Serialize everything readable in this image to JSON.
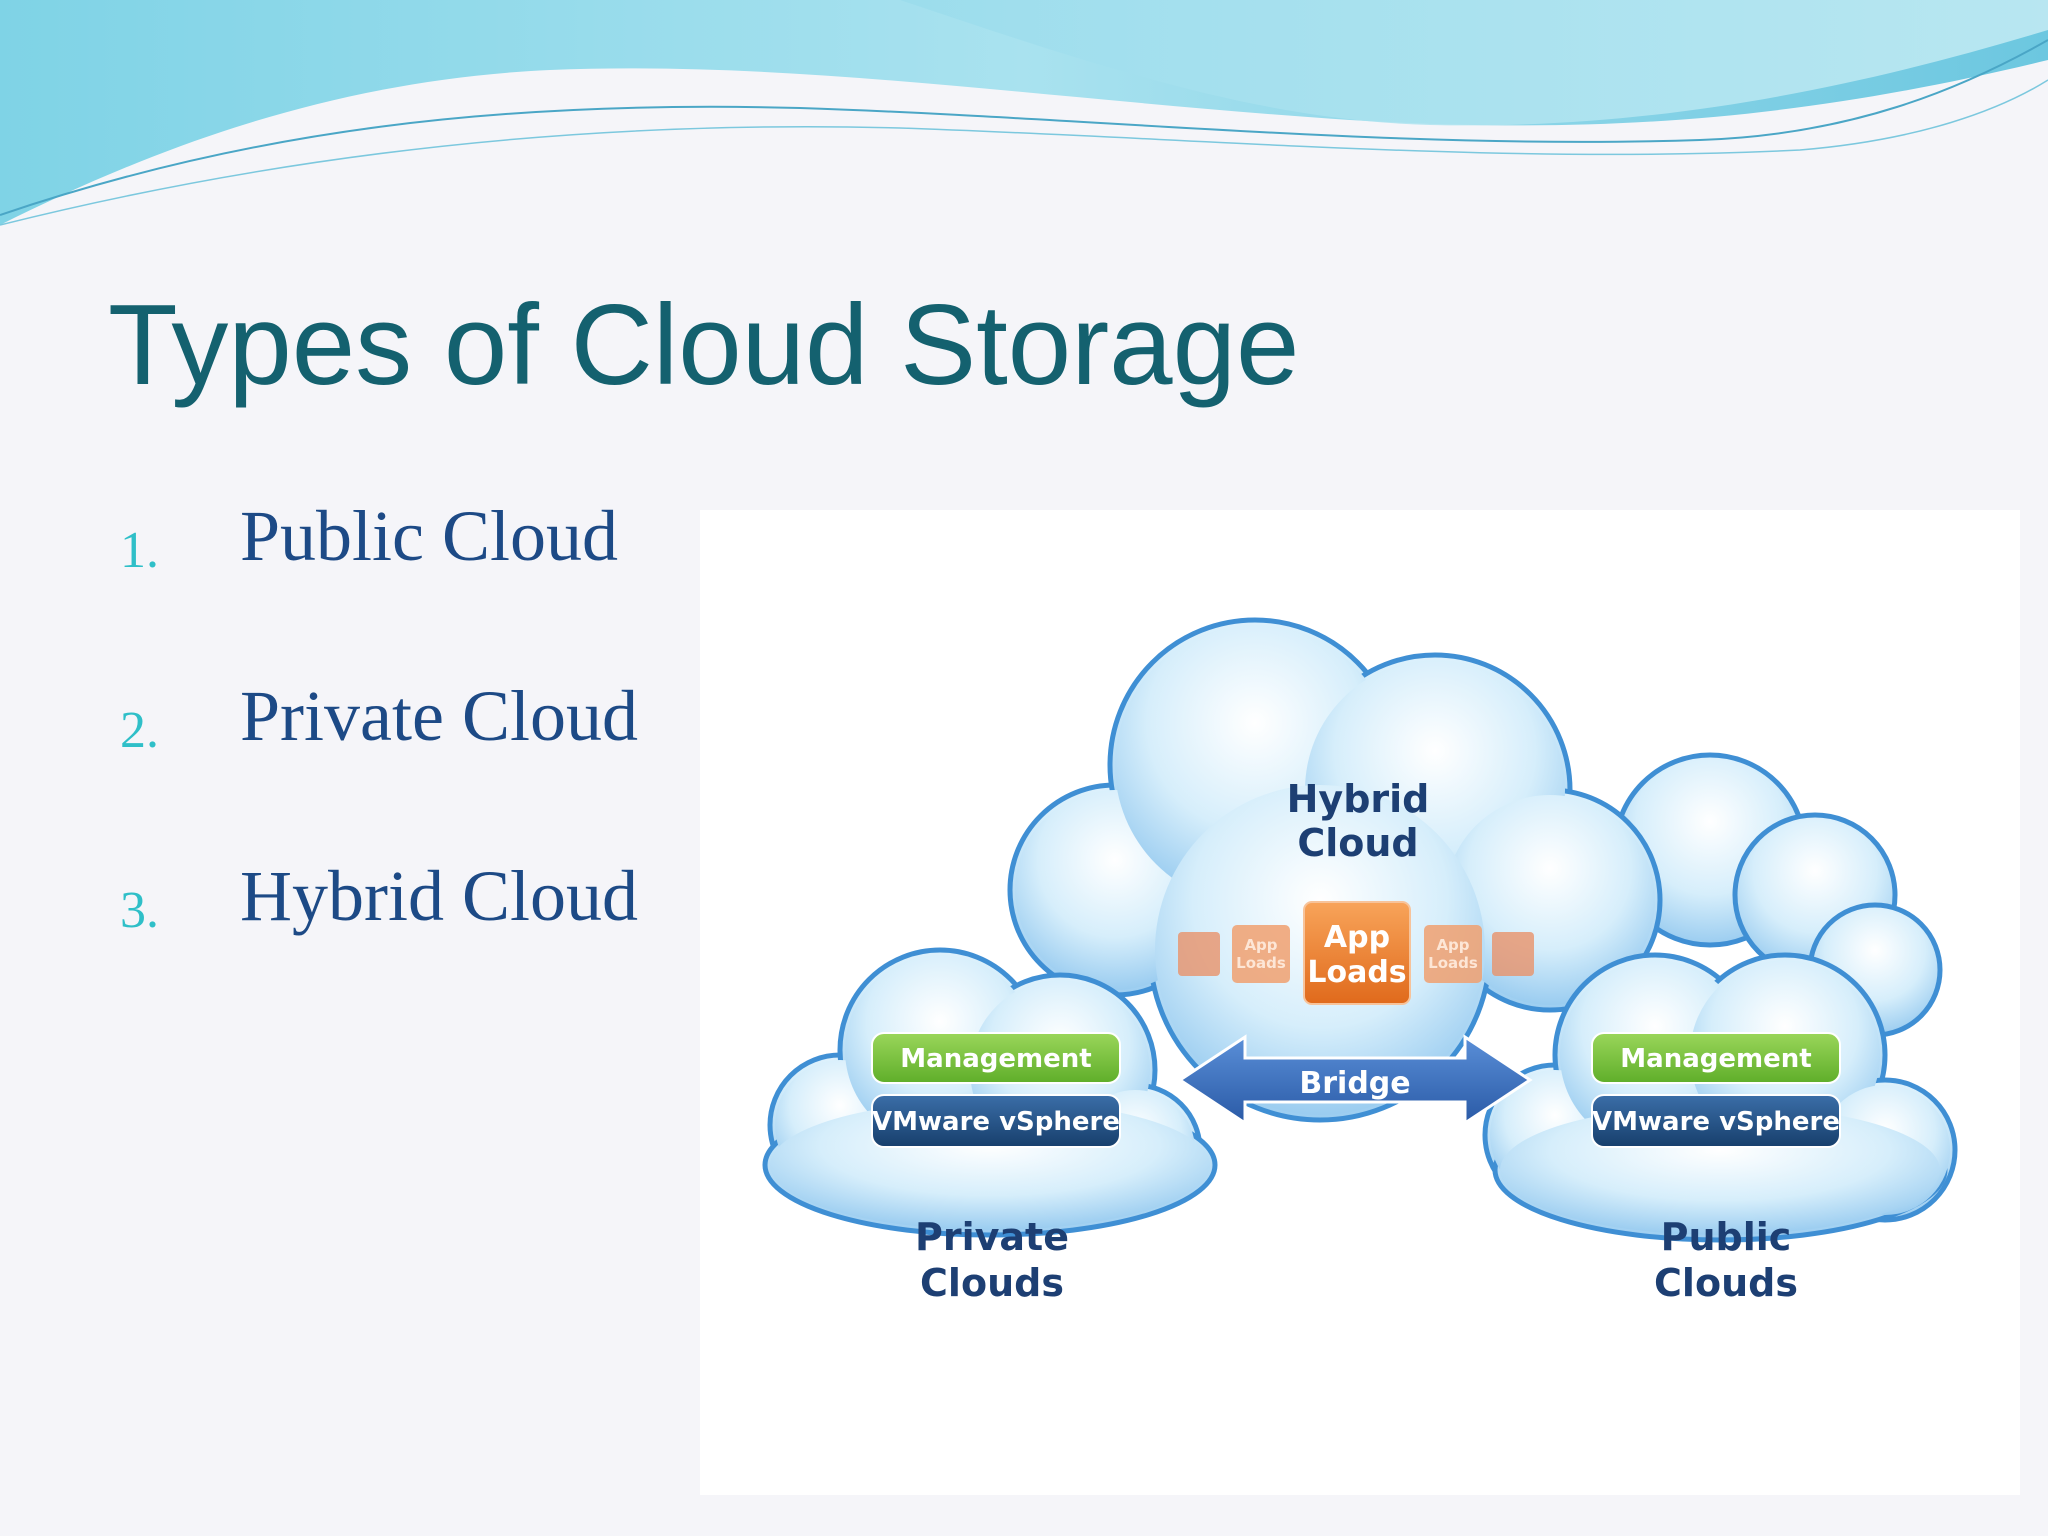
{
  "slide": {
    "title": "Types of Cloud Storage",
    "items": [
      {
        "number": "1.",
        "label": "Public Cloud"
      },
      {
        "number": "2.",
        "label": "Private Cloud"
      },
      {
        "number": "3.",
        "label": "Hybrid Cloud"
      }
    ]
  },
  "diagram": {
    "hybrid_title_line1": "Hybrid",
    "hybrid_title_line2": "Cloud",
    "app_main_line1": "App",
    "app_main_line2": "Loads",
    "app_small_left_line1": "App",
    "app_small_left_line2": "Loads",
    "app_small_right_line1": "App",
    "app_small_right_line2": "Loads",
    "bridge": "Bridge",
    "private_management": "Management",
    "private_vsphere": "VMware vSphere",
    "public_management": "Management",
    "public_vsphere": "VMware vSphere",
    "private_label_line1": "Private",
    "private_label_line2": "Clouds",
    "public_label_line1": "Public",
    "public_label_line2": "Clouds"
  },
  "colors": {
    "title": "#14616f",
    "number": "#2fbfc8",
    "item_text": "#1d4a86",
    "banner_light": "#8fdcec",
    "banner_dark": "#5fb6d6",
    "cloud_fill": "#bfe3f8",
    "cloud_edge": "#3c8fd6",
    "management": "#7cc43e",
    "vsphere": "#1f4e82",
    "app_loads": "#f0802a",
    "bridge": "#3a70c2"
  }
}
